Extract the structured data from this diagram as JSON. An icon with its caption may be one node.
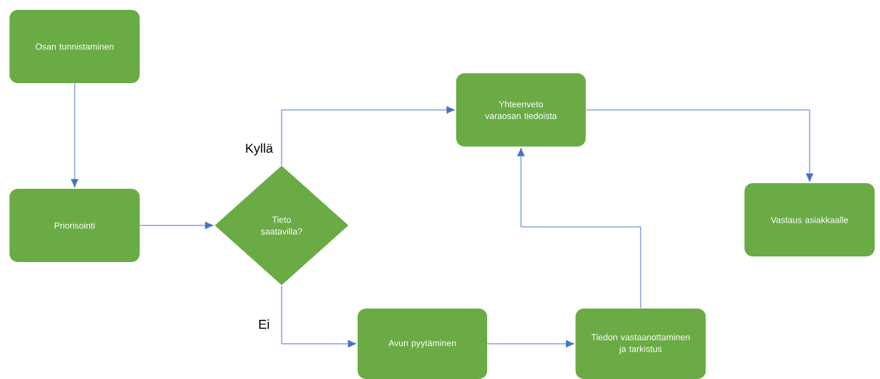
{
  "diagram": {
    "nodes": [
      {
        "text": [
          "Osan tunnistaminen"
        ]
      },
      {
        "text": [
          "Priorisointi"
        ]
      },
      {
        "text": [
          "Tieto saatavilla?"
        ]
      },
      {
        "text": [
          "Yhteenveto varaosan tiedoista"
        ]
      },
      {
        "text": [
          "Vastaus asiakkaalle"
        ]
      },
      {
        "text": [
          "Avun pyytäminen"
        ]
      },
      {
        "text": [
          "Tiedon vastaanottaminen ja tarkistus"
        ]
      }
    ],
    "edges": [
      {
        "from": 0,
        "to": 1,
        "arrow": "to"
      },
      {
        "from": 1,
        "to": 2,
        "arrow": "to"
      },
      {
        "from": 2,
        "to": 3,
        "arrow": "to",
        "label": "Kyllä"
      },
      {
        "from": 2,
        "to": 5,
        "arrow": "to",
        "label": "Ei"
      },
      {
        "from": 5,
        "to": 6,
        "arrow": "to"
      },
      {
        "from": 6,
        "to": 3,
        "arrow": "to"
      },
      {
        "from": 3,
        "to": 4,
        "arrow": "to"
      }
    ]
  }
}
